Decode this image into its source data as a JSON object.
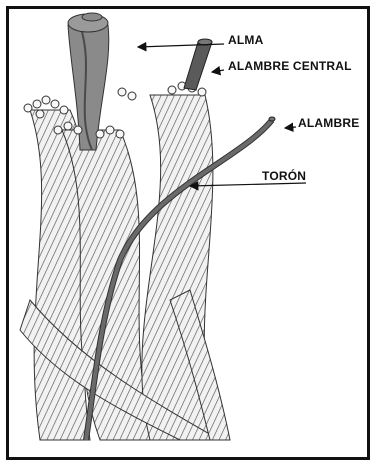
{
  "labels": {
    "alma": "ALMA",
    "alambre_central": "ALAMBRE CENTRAL",
    "alambre": "ALAMBRE",
    "toron": "TORÓN"
  },
  "colors": {
    "frame": "#111111",
    "core": "#8a8a8a",
    "core_dark": "#4a4a4a",
    "wire_stroke": "#333333",
    "wire_fill": "#e9e9e9",
    "single_wire": "#5a5a5a"
  },
  "icons": {
    "pointer": "arrow-pointer"
  }
}
